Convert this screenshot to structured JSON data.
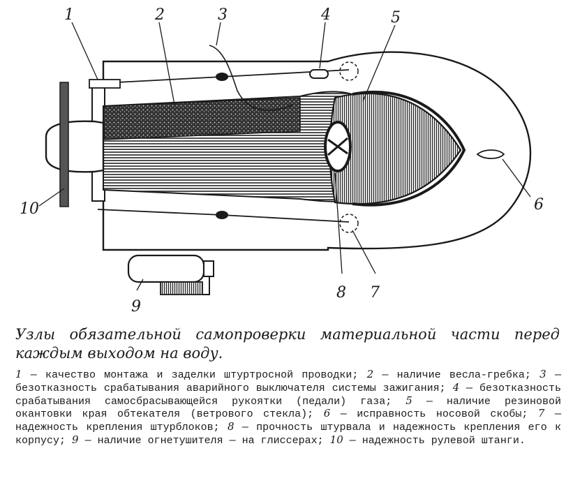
{
  "figure": {
    "callouts": [
      "1",
      "2",
      "3",
      "4",
      "5",
      "6",
      "7",
      "8",
      "9",
      "10"
    ]
  },
  "caption": {
    "title": "Узлы обязательной самопроверки материальной части перед каждым выходом на воду.",
    "items": [
      {
        "num": "1",
        "text": "качество монтажа и заделки штуртросной проводки;"
      },
      {
        "num": "2",
        "text": "наличие весла-гребка;"
      },
      {
        "num": "3",
        "text": "безотказность срабатывания аварийного выключателя системы зажигания;"
      },
      {
        "num": "4",
        "text": "безотказность срабатывания самосбрасывающейся рукоятки (педали) газа;"
      },
      {
        "num": "5",
        "text": "наличие резиновой окантовки края обтекателя (ветрового стекла);"
      },
      {
        "num": "6",
        "text": "исправность носовой скобы;"
      },
      {
        "num": "7",
        "text": "надежность крепления штурблоков;"
      },
      {
        "num": "8",
        "text": "прочность штурвала и надежность крепления его к корпусу;"
      },
      {
        "num": "9",
        "text": "наличие огнетушителя — на глиссерах;"
      },
      {
        "num": "10",
        "text": "надежность рулевой штанги."
      }
    ]
  }
}
